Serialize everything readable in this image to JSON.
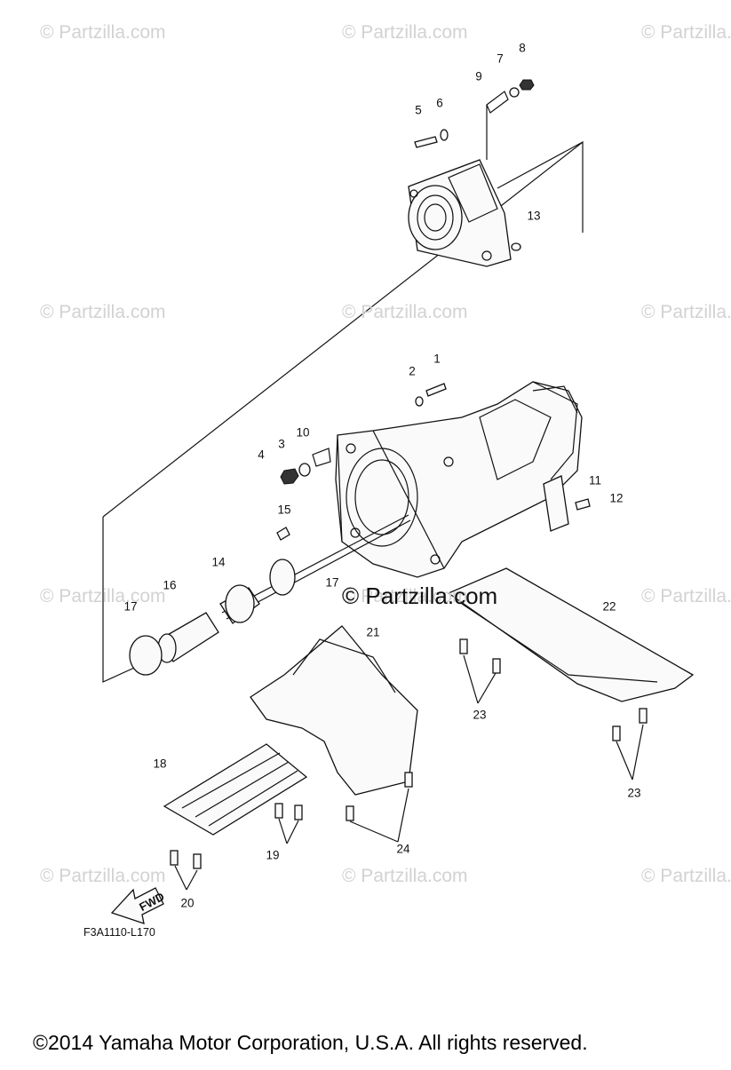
{
  "watermarks": [
    "© Partzilla.com",
    "© Partzilla.com",
    "© Partzilla.com",
    "© Partzilla.com",
    "© Partzilla.com",
    "© Partzilla.com",
    "© Partzilla.com",
    "© Partzilla.com",
    "© Partzilla.com",
    "© Partzilla.com",
    "© Partzilla.com",
    "© Partzilla.com"
  ],
  "center_watermark": "© Partzilla.com",
  "callouts": [
    "1",
    "2",
    "3",
    "4",
    "5",
    "6",
    "7",
    "8",
    "9",
    "10",
    "11",
    "12",
    "13",
    "14",
    "15",
    "16",
    "17",
    "17",
    "18",
    "19",
    "20",
    "21",
    "22",
    "23",
    "23",
    "24"
  ],
  "fwd_label": "FWD",
  "diagram_code": "F3A1110-L170",
  "copyright": "©2014  Yamaha Motor Corporation, U.S.A. All rights reserved."
}
